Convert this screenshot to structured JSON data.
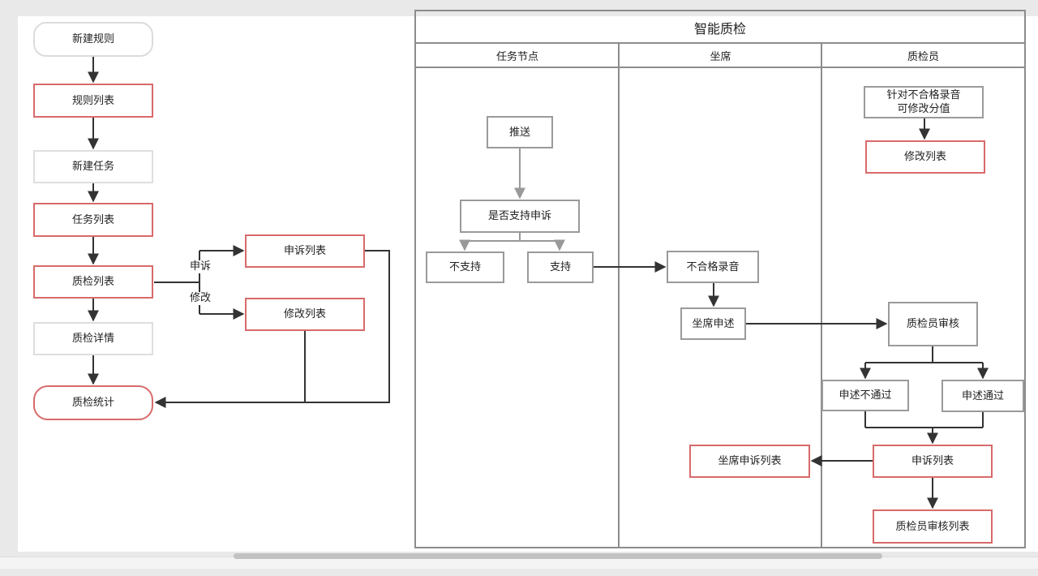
{
  "diagram": {
    "left_flow": {
      "new_rule": "新建规则",
      "rule_list": "规则列表",
      "new_task": "新建任务",
      "task_list": "任务列表",
      "qc_list": "质检列表",
      "qc_detail": "质检详情",
      "qc_stats": "质检统计",
      "appeal_list": "申诉列表",
      "modify_list": "修改列表",
      "label_appeal": "申诉",
      "label_modify": "修改"
    },
    "swimlane": {
      "title": "智能质检",
      "lanes": [
        "任务节点",
        "坐席",
        "质检员"
      ],
      "task_node": {
        "push": "推送",
        "supports_appeal": "是否支持申诉",
        "not_support": "不支持",
        "support": "支持"
      },
      "agent": {
        "unqualified_recording": "不合格录音",
        "agent_appeal": "坐席申述",
        "agent_appeal_list": "坐席申诉列表"
      },
      "inspector": {
        "modify_note_line1": "针对不合格录音",
        "modify_note_line2": "可修改分值",
        "modify_list": "修改列表",
        "inspector_review": "质检员审核",
        "appeal_rejected": "申述不通过",
        "appeal_passed": "申述通过",
        "appeal_list": "申诉列表",
        "inspector_review_list": "质检员审核列表"
      }
    }
  },
  "colors": {
    "red_border": "#d86a6a",
    "gray_border": "#9a9a9a",
    "light_border": "#dedede",
    "line": "#333333",
    "gray_arrow": "#999999"
  }
}
